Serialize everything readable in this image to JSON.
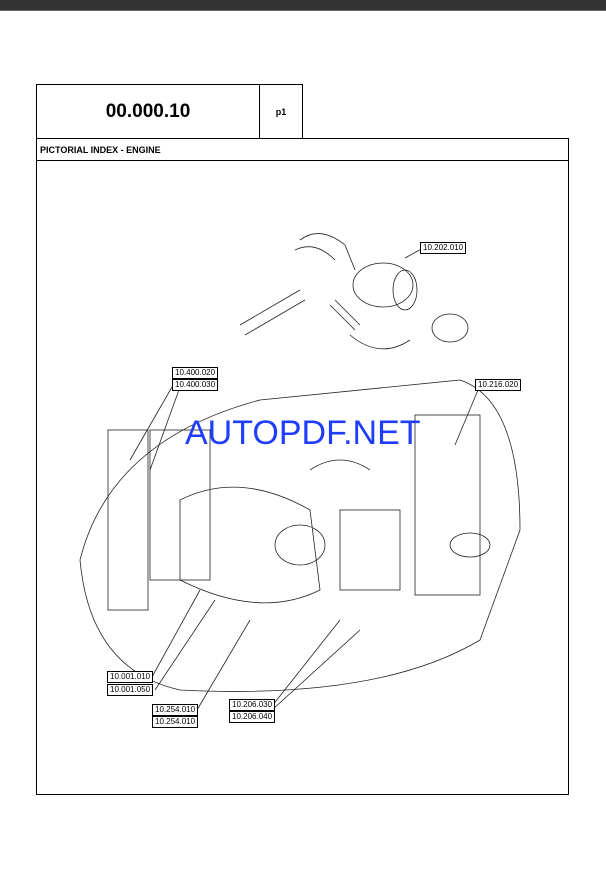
{
  "header": {
    "code": "00.000.10",
    "page": "p1"
  },
  "title": "PICTORIAL INDEX - ENGINE",
  "watermark": "AUTOPDF.NET",
  "callouts": {
    "air_filter": "10.202.010",
    "radiator_a": "10.400.020",
    "radiator_b": "10.400.030",
    "tank": "10.216.020",
    "engine_a": "10.001.010",
    "engine_b": "10.001.050",
    "mount_a": "10.254.010",
    "mount_b": "10.254.010",
    "fuel_a": "10.206.030",
    "fuel_b": "10.206.040"
  }
}
